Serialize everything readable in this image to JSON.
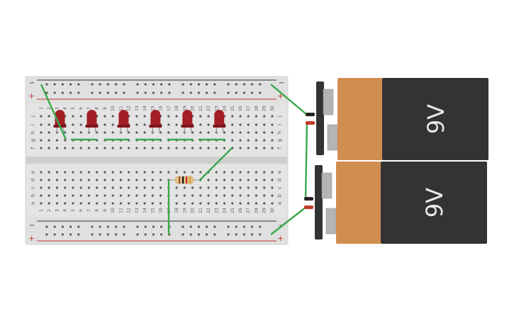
{
  "breadboard": {
    "columns": 30,
    "rail_symbols": {
      "minus": "−",
      "plus": "+"
    },
    "rows_top": [
      "j",
      "i",
      "h",
      "g",
      "f"
    ],
    "rows_bottom": [
      "e",
      "d",
      "c",
      "b",
      "a"
    ]
  },
  "leds": {
    "count": 6,
    "columns": [
      3,
      7,
      11,
      15,
      19,
      23
    ],
    "color": "#a11f24"
  },
  "resistor": {
    "bands": [
      "#a0522d",
      "#111111",
      "#d12a2a",
      "#c9a227"
    ]
  },
  "batteries": [
    {
      "label": "9V",
      "body_color": "#d18d4f",
      "label_color": "#e8e8e8"
    },
    {
      "label": "9V",
      "body_color": "#d18d4f",
      "label_color": "#e8e8e8"
    }
  ],
  "colors": {
    "wire": "#3aa84a",
    "board": "#e4e4e4",
    "rail_red": "#c0392b",
    "rail_dark": "#333333",
    "battery_dark": "#333333",
    "lead_red": "#c0392b",
    "lead_black": "#222222"
  }
}
